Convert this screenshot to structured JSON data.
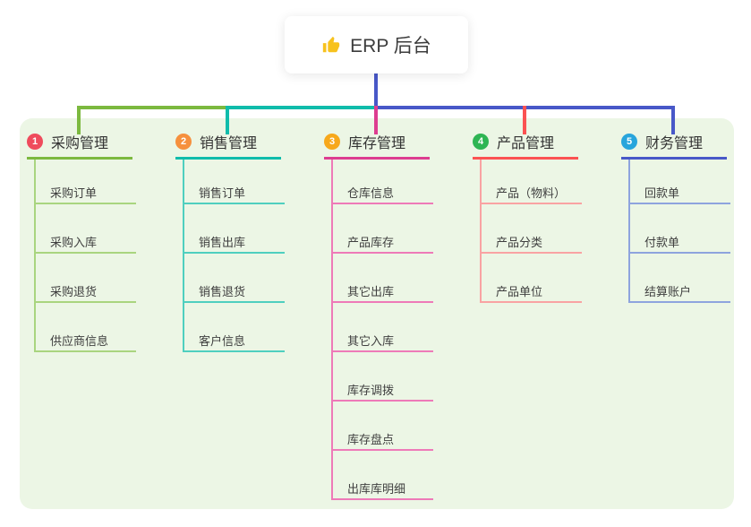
{
  "root": {
    "label": "ERP 后台",
    "icon": "thumbs-up-icon",
    "icon_color": "#f7c21e"
  },
  "colors": {
    "panel_bg": "#ecf6e5",
    "root_connector": "#4858c8"
  },
  "branches": [
    {
      "index": "1",
      "label": "采购管理",
      "badge_color": "#ef4b5c",
      "line_color": "#7cb93f",
      "child_line_color": "#a9d57f",
      "children": [
        "采购订单",
        "采购入库",
        "采购退货",
        "供应商信息"
      ]
    },
    {
      "index": "2",
      "label": "销售管理",
      "badge_color": "#f6903d",
      "line_color": "#10bcab",
      "child_line_color": "#4fcfbf",
      "children": [
        "销售订单",
        "销售出库",
        "销售退货",
        "客户信息"
      ]
    },
    {
      "index": "3",
      "label": "库存管理",
      "badge_color": "#f7a81b",
      "line_color": "#dd3d90",
      "child_line_color": "#ee7ab8",
      "children": [
        "仓库信息",
        "产品库存",
        "其它出库",
        "其它入库",
        "库存调拨",
        "库存盘点",
        "出库库明细"
      ]
    },
    {
      "index": "4",
      "label": "产品管理",
      "badge_color": "#2eb553",
      "line_color": "#fb5252",
      "child_line_color": "#f9a3a3",
      "children": [
        "产品（物料）",
        "产品分类",
        "产品单位"
      ]
    },
    {
      "index": "5",
      "label": "财务管理",
      "badge_color": "#27a5dc",
      "line_color": "#4858c8",
      "child_line_color": "#8ea4de",
      "children": [
        "回款单",
        "付款单",
        "结算账户"
      ]
    }
  ]
}
